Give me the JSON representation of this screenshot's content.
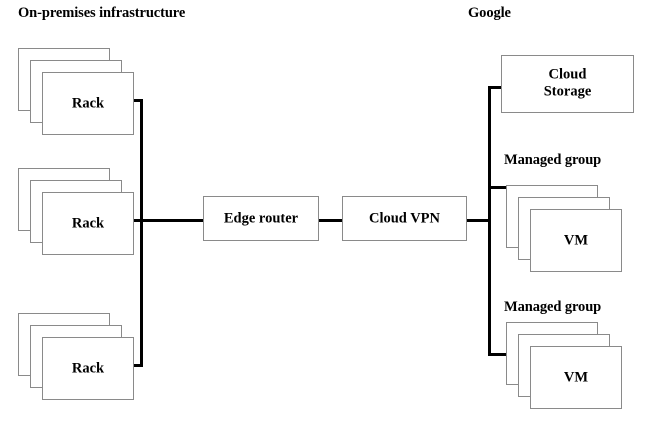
{
  "diagram": {
    "title_left": "On-premises infrastructure",
    "title_right": "Google",
    "onprem": {
      "racks": [
        {
          "label": "Rack"
        },
        {
          "label": "Rack"
        },
        {
          "label": "Rack"
        }
      ]
    },
    "network": {
      "edge_router": "Edge router",
      "cloud_vpn": "Cloud VPN"
    },
    "google": {
      "storage": {
        "line1": "Cloud",
        "line2": "Storage"
      },
      "groups": [
        {
          "label": "Managed group",
          "vm": "VM"
        },
        {
          "label": "Managed group",
          "vm": "VM"
        }
      ]
    },
    "colors": {
      "line": "#000000",
      "box_border": "#8a8a8a",
      "background": "#ffffff",
      "text": "#000000"
    }
  }
}
